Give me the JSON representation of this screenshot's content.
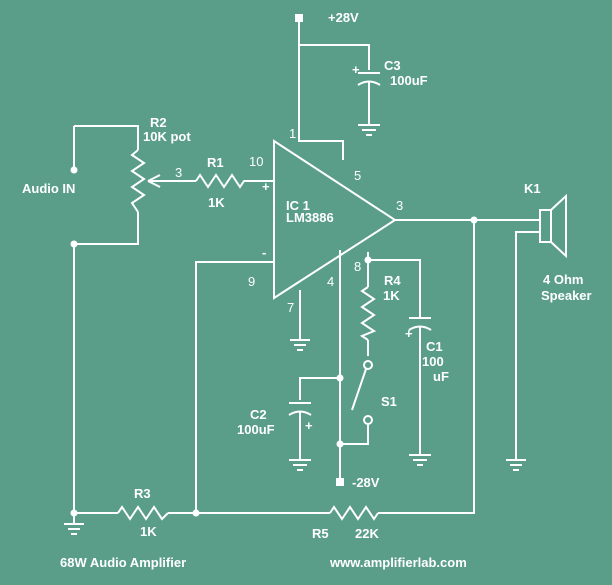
{
  "colors": {
    "background": "#5a9e8a",
    "wire": "#ffffff",
    "text": "#ffffff"
  },
  "supply": {
    "positive": "+28V",
    "negative": "-28V"
  },
  "ic": {
    "name": "IC 1",
    "part": "LM3886",
    "plus": "+",
    "minus": "-",
    "pins": {
      "p1": "1",
      "p10": "10",
      "p5": "5",
      "p3": "3",
      "p9": "9",
      "p7": "7",
      "p4": "4",
      "p8": "8"
    }
  },
  "input": {
    "label": "Audio IN"
  },
  "components": {
    "r2": {
      "ref": "R2",
      "value": "10K  pot",
      "wiper_pin": "3"
    },
    "r1": {
      "ref": "R1",
      "value": "1K"
    },
    "r3": {
      "ref": "R3",
      "value": "1K"
    },
    "r4": {
      "ref": "R4",
      "value": "1K"
    },
    "r5": {
      "ref": "R5",
      "value": "22K"
    },
    "c1": {
      "ref": "C1",
      "value_line1": "100",
      "value_line2": "uF",
      "plus": "+"
    },
    "c2": {
      "ref": "C2",
      "value": "100uF",
      "plus": "+"
    },
    "c3": {
      "ref": "C3",
      "value": "100uF",
      "plus": "+"
    },
    "s1": {
      "ref": "S1"
    },
    "k1": {
      "ref": "K1",
      "line1": "4 Ohm",
      "line2": "Speaker"
    }
  },
  "footer": {
    "title": "68W Audio Amplifier",
    "website": "www.amplifierlab.com"
  }
}
